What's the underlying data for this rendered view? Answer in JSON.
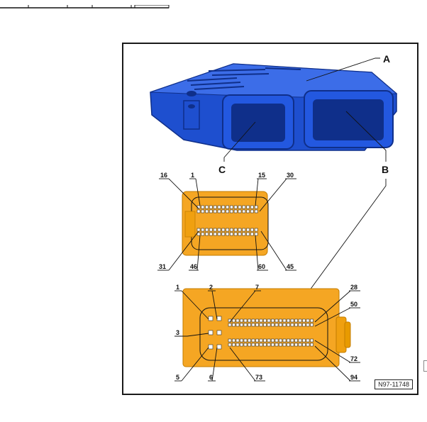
{
  "figure": {
    "reference_code": "N97-11748",
    "part_labels": {
      "a": "A",
      "b": "B",
      "c": "C"
    },
    "connector_c_pins": {
      "p16": "16",
      "p1": "1",
      "p15": "15",
      "p30": "30",
      "p31": "31",
      "p46": "46",
      "p60": "60",
      "p45": "45"
    },
    "connector_b_pins": {
      "p1": "1",
      "p2": "2",
      "p7": "7",
      "p28": "28",
      "p50": "50",
      "p3": "3",
      "p5": "5",
      "p6": "6",
      "p73": "73",
      "p72": "72",
      "p94": "94"
    }
  },
  "colors": {
    "housing": "#f5a623",
    "housing_stroke": "#c47d00",
    "module": "#1e4fcf",
    "module_dark": "#0f2f8a",
    "pin": "#ffffff"
  }
}
